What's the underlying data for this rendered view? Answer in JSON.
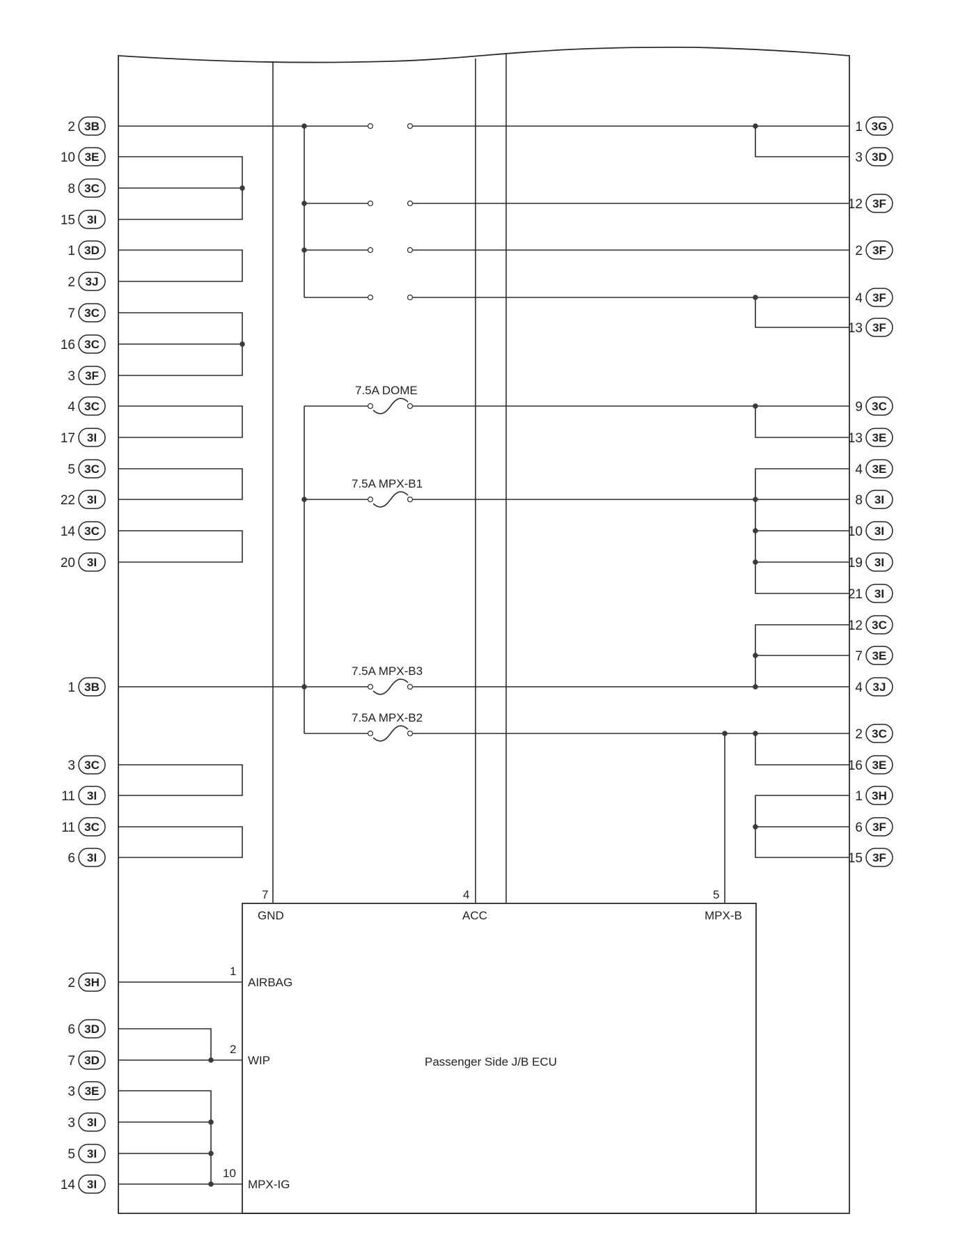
{
  "ecu": {
    "name": "Passenger Side J/B ECU",
    "terminals": {
      "gnd": {
        "label": "GND",
        "pin": "7"
      },
      "acc": {
        "label": "ACC",
        "pin": "4"
      },
      "mpxb": {
        "label": "MPX-B",
        "pin": "5"
      },
      "airbag": {
        "label": "AIRBAG",
        "pin": "1"
      },
      "wip": {
        "label": "WIP",
        "pin": "2"
      },
      "mpxig": {
        "label": "MPX-IG",
        "pin": "10"
      }
    }
  },
  "fuses": {
    "dome": "7.5A DOME",
    "mpxb1": "7.5A MPX-B1",
    "mpxb3": "7.5A MPX-B3",
    "mpxb2": "7.5A MPX-B2"
  },
  "left_connectors": [
    {
      "pin": "2",
      "code": "3B"
    },
    {
      "pin": "10",
      "code": "3E"
    },
    {
      "pin": "8",
      "code": "3C"
    },
    {
      "pin": "15",
      "code": "3I"
    },
    {
      "pin": "1",
      "code": "3D"
    },
    {
      "pin": "2",
      "code": "3J"
    },
    {
      "pin": "7",
      "code": "3C"
    },
    {
      "pin": "16",
      "code": "3C"
    },
    {
      "pin": "3",
      "code": "3F"
    },
    {
      "pin": "4",
      "code": "3C"
    },
    {
      "pin": "17",
      "code": "3I"
    },
    {
      "pin": "5",
      "code": "3C"
    },
    {
      "pin": "22",
      "code": "3I"
    },
    {
      "pin": "14",
      "code": "3C"
    },
    {
      "pin": "20",
      "code": "3I"
    },
    {
      "pin": "1",
      "code": "3B"
    },
    {
      "pin": "3",
      "code": "3C"
    },
    {
      "pin": "11",
      "code": "3I"
    },
    {
      "pin": "11",
      "code": "3C"
    },
    {
      "pin": "6",
      "code": "3I"
    },
    {
      "pin": "2",
      "code": "3H"
    },
    {
      "pin": "6",
      "code": "3D"
    },
    {
      "pin": "7",
      "code": "3D"
    },
    {
      "pin": "3",
      "code": "3E"
    },
    {
      "pin": "3",
      "code": "3I"
    },
    {
      "pin": "5",
      "code": "3I"
    },
    {
      "pin": "14",
      "code": "3I"
    }
  ],
  "right_connectors": [
    {
      "pin": "1",
      "code": "3G"
    },
    {
      "pin": "3",
      "code": "3D"
    },
    {
      "pin": "12",
      "code": "3F"
    },
    {
      "pin": "2",
      "code": "3F"
    },
    {
      "pin": "4",
      "code": "3F"
    },
    {
      "pin": "13",
      "code": "3F"
    },
    {
      "pin": "9",
      "code": "3C"
    },
    {
      "pin": "13",
      "code": "3E"
    },
    {
      "pin": "4",
      "code": "3E"
    },
    {
      "pin": "8",
      "code": "3I"
    },
    {
      "pin": "10",
      "code": "3I"
    },
    {
      "pin": "19",
      "code": "3I"
    },
    {
      "pin": "21",
      "code": "3I"
    },
    {
      "pin": "12",
      "code": "3C"
    },
    {
      "pin": "7",
      "code": "3E"
    },
    {
      "pin": "4",
      "code": "3J"
    },
    {
      "pin": "2",
      "code": "3C"
    },
    {
      "pin": "16",
      "code": "3E"
    },
    {
      "pin": "1",
      "code": "3H"
    },
    {
      "pin": "6",
      "code": "3F"
    },
    {
      "pin": "15",
      "code": "3F"
    }
  ]
}
